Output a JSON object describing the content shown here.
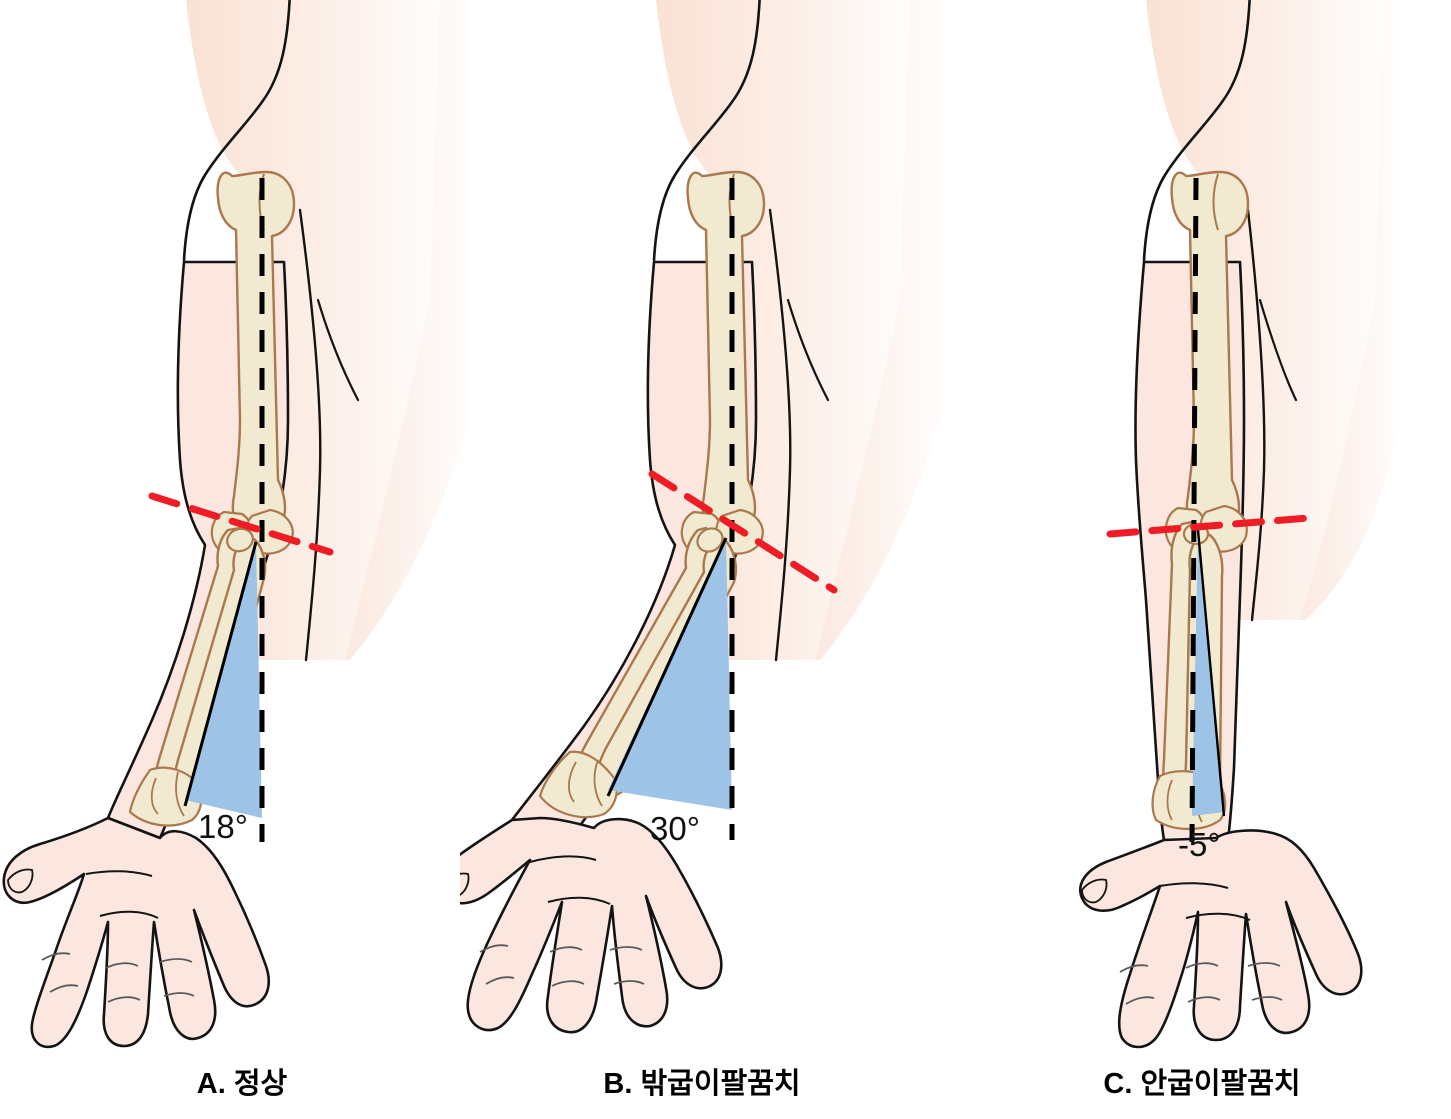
{
  "figure": {
    "title": "Carrying angle of the elbow",
    "background_color": "#ffffff",
    "panel_count": 3
  },
  "palette": {
    "skin_fill": "#fbe7df",
    "skin_outline": "#1a1a1a",
    "torso_gradient_from": "#fae3d8",
    "torso_gradient_to": "#fdf5f1",
    "bone_fill": "#f2ead0",
    "bone_outline": "#a9784e",
    "wedge_blue": "#9dc3e6",
    "axis_dash_black": "#000000",
    "epicondyle_line_red": "#ee1c24",
    "caption_text": "#000000"
  },
  "panels": [
    {
      "id": "A",
      "letter": "A.",
      "caption": "A. 정상",
      "name_ko": "정상",
      "angle_label": "18°",
      "angle_value": 18,
      "angle_direction": "valgus",
      "arm_orientation": "abducted-forearm-lateral",
      "wedge_side": "medial-open",
      "elements": {
        "humerus": "humerus",
        "radius": "radius",
        "ulna": "ulna",
        "hand": "open-hand-palm",
        "axis": "humeral-axis-dashed",
        "epicondylar_line": "epicondylar-line-dashed-red",
        "wedge": "carrying-angle-wedge"
      }
    },
    {
      "id": "B",
      "letter": "B.",
      "caption": "B. 밖굽이팔꿈치",
      "name_ko": "밖굽이팔꿈치",
      "angle_label": "30°",
      "angle_value": 30,
      "angle_direction": "valgus",
      "arm_orientation": "abducted-forearm-lateral",
      "wedge_side": "medial-open",
      "elements": {
        "humerus": "humerus",
        "radius": "radius",
        "ulna": "ulna",
        "hand": "open-hand-palm",
        "axis": "humeral-axis-dashed",
        "epicondylar_line": "epicondylar-line-dashed-red",
        "wedge": "carrying-angle-wedge"
      }
    },
    {
      "id": "C",
      "letter": "C.",
      "caption": "C. 안굽이팔꿈치",
      "name_ko": "안굽이팔꿈치",
      "angle_label": "-5°",
      "angle_value": -5,
      "angle_direction": "varus",
      "arm_orientation": "straight-forearm-medial",
      "wedge_side": "lateral-open",
      "elements": {
        "humerus": "humerus",
        "radius": "radius",
        "ulna": "ulna",
        "hand": "open-hand-palm",
        "axis": "humeral-axis-dashed",
        "epicondylar_line": "epicondylar-line-dashed-red",
        "wedge": "carrying-angle-wedge"
      }
    }
  ]
}
